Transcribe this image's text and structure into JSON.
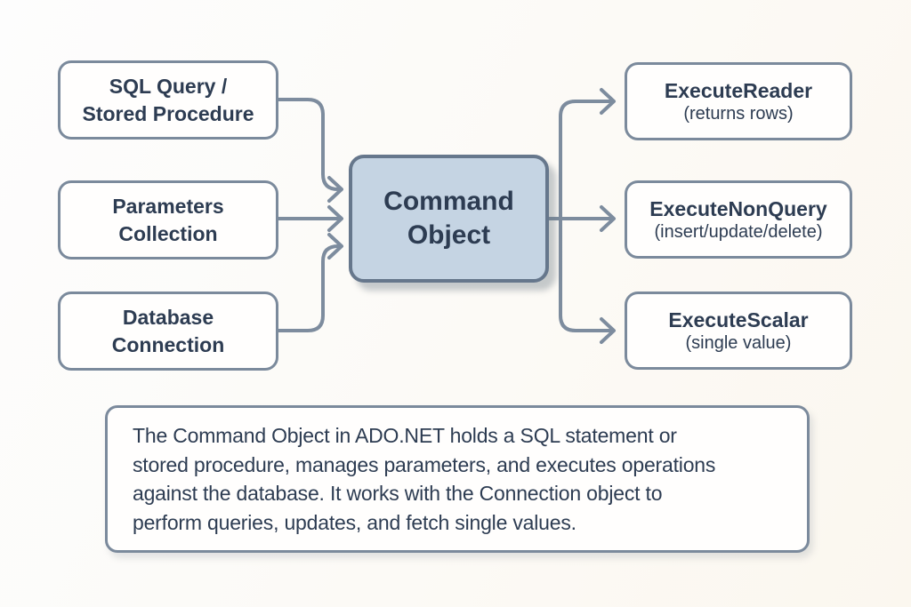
{
  "colors": {
    "background": "#fcfaf5",
    "box_fill": "#fffefd",
    "box_border": "#7b8a9c",
    "command_fill": "#c5d4e3",
    "command_border": "#66778c",
    "connector": "#7d8c9e",
    "text": "#2d3c52"
  },
  "diagram": {
    "inputs": [
      {
        "id": "sql-query",
        "line1": "SQL Query /",
        "line2": "Stored Procedure"
      },
      {
        "id": "parameters",
        "line1": "Parameters",
        "line2": "Collection"
      },
      {
        "id": "database",
        "line1": "Database",
        "line2": "Connection"
      }
    ],
    "center": {
      "line1": "Command",
      "line2": "Object"
    },
    "outputs": [
      {
        "id": "execute-reader",
        "title": "ExecuteReader",
        "subtitle": "(returns rows)"
      },
      {
        "id": "execute-nonquery",
        "title": "ExecuteNonQuery",
        "subtitle": "(insert/update/delete)"
      },
      {
        "id": "execute-scalar",
        "title": "ExecuteScalar",
        "subtitle": "(single value)"
      }
    ],
    "note": {
      "lines": [
        "The Command Object in ADO.NET holds a SQL statement or",
        "stored procedure, manages parameters, and executes operations",
        "against the database. It works with the Connection object to",
        "perform queries, updates, and fetch single values."
      ]
    }
  }
}
